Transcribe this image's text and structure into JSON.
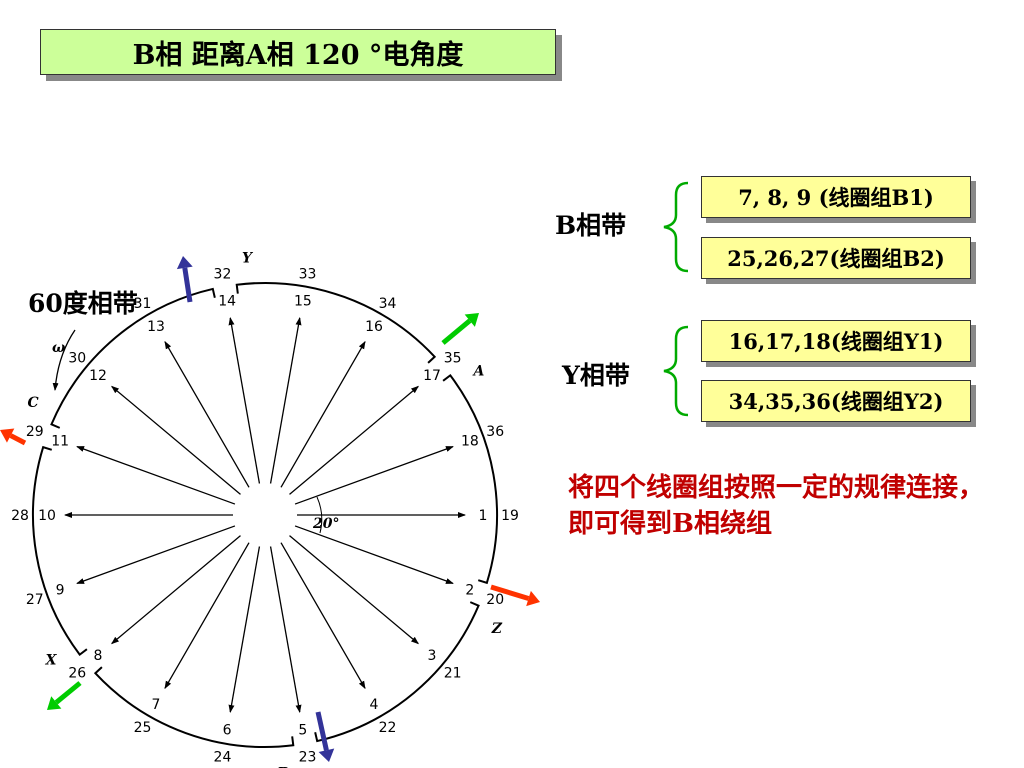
{
  "title": "B相 距离A相 120 °电角度",
  "band60_label": "60度相带",
  "b_band": {
    "label": "B相带",
    "groups": [
      "7, 8, 9 (线圈组B1)",
      "25,26,27(线圈组B2)"
    ]
  },
  "y_band": {
    "label": "Y相带",
    "groups": [
      "16,17,18(线圈组Y1)",
      "34,35,36(线圈组Y2)"
    ]
  },
  "note": "将四个线圈组按照一定的规律连接，即可得到B相绕组",
  "diagram": {
    "angle_label": "20°",
    "omega_label": "ω",
    "slot_pairs": [
      [
        "1",
        "19"
      ],
      [
        "2",
        "20"
      ],
      [
        "3",
        "21"
      ],
      [
        "4",
        "22"
      ],
      [
        "5",
        "23"
      ],
      [
        "6",
        "24"
      ],
      [
        "7",
        "25"
      ],
      [
        "8",
        "26"
      ],
      [
        "9",
        "27"
      ],
      [
        "10",
        "28"
      ],
      [
        "11",
        "29"
      ],
      [
        "12",
        "30"
      ],
      [
        "13",
        "31"
      ],
      [
        "14",
        "32"
      ],
      [
        "15",
        "33"
      ],
      [
        "16",
        "34"
      ],
      [
        "17",
        "35"
      ],
      [
        "18",
        "36"
      ]
    ],
    "phase_labels": [
      "A",
      "Y",
      "C",
      "X",
      "B",
      "Z"
    ],
    "colors": {
      "red_arrow": "#ff3300",
      "green_arrow": "#00cc00",
      "blue_arrow": "#333399",
      "note_text": "#c00000",
      "title_bg": "#ccff99",
      "group_bg": "#ffff99"
    }
  }
}
